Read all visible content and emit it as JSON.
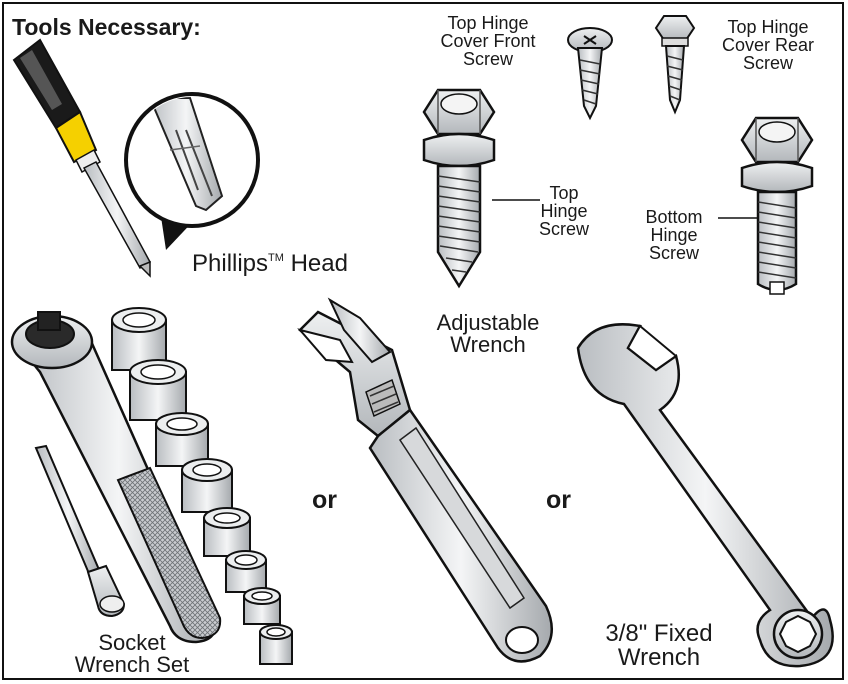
{
  "title": "Tools Necessary:",
  "labels": {
    "phillips_head": "Phillips",
    "phillips_tm": "TM",
    "phillips_suffix": " Head",
    "top_hinge_cover_front_screw": "Top Hinge\nCover Front\nScrew",
    "top_hinge_cover_rear_screw": "Top Hinge\nCover Rear\nScrew",
    "top_hinge_screw": "Top\nHinge\nScrew",
    "bottom_hinge_screw": "Bottom\nHinge\nScrew",
    "adjustable_wrench": "Adjustable\nWrench",
    "socket_wrench_set": "Socket\nWrench Set",
    "fixed_wrench": "3/8\" Fixed\nWrench",
    "or_1": "or",
    "or_2": "or"
  },
  "colors": {
    "outline": "#1a1a1a",
    "screwdriver_handle": "#1a1a1a",
    "screwdriver_collar": "#f5d000",
    "metal": "#d8dadc",
    "metal_dark": "#9a9ea2"
  }
}
